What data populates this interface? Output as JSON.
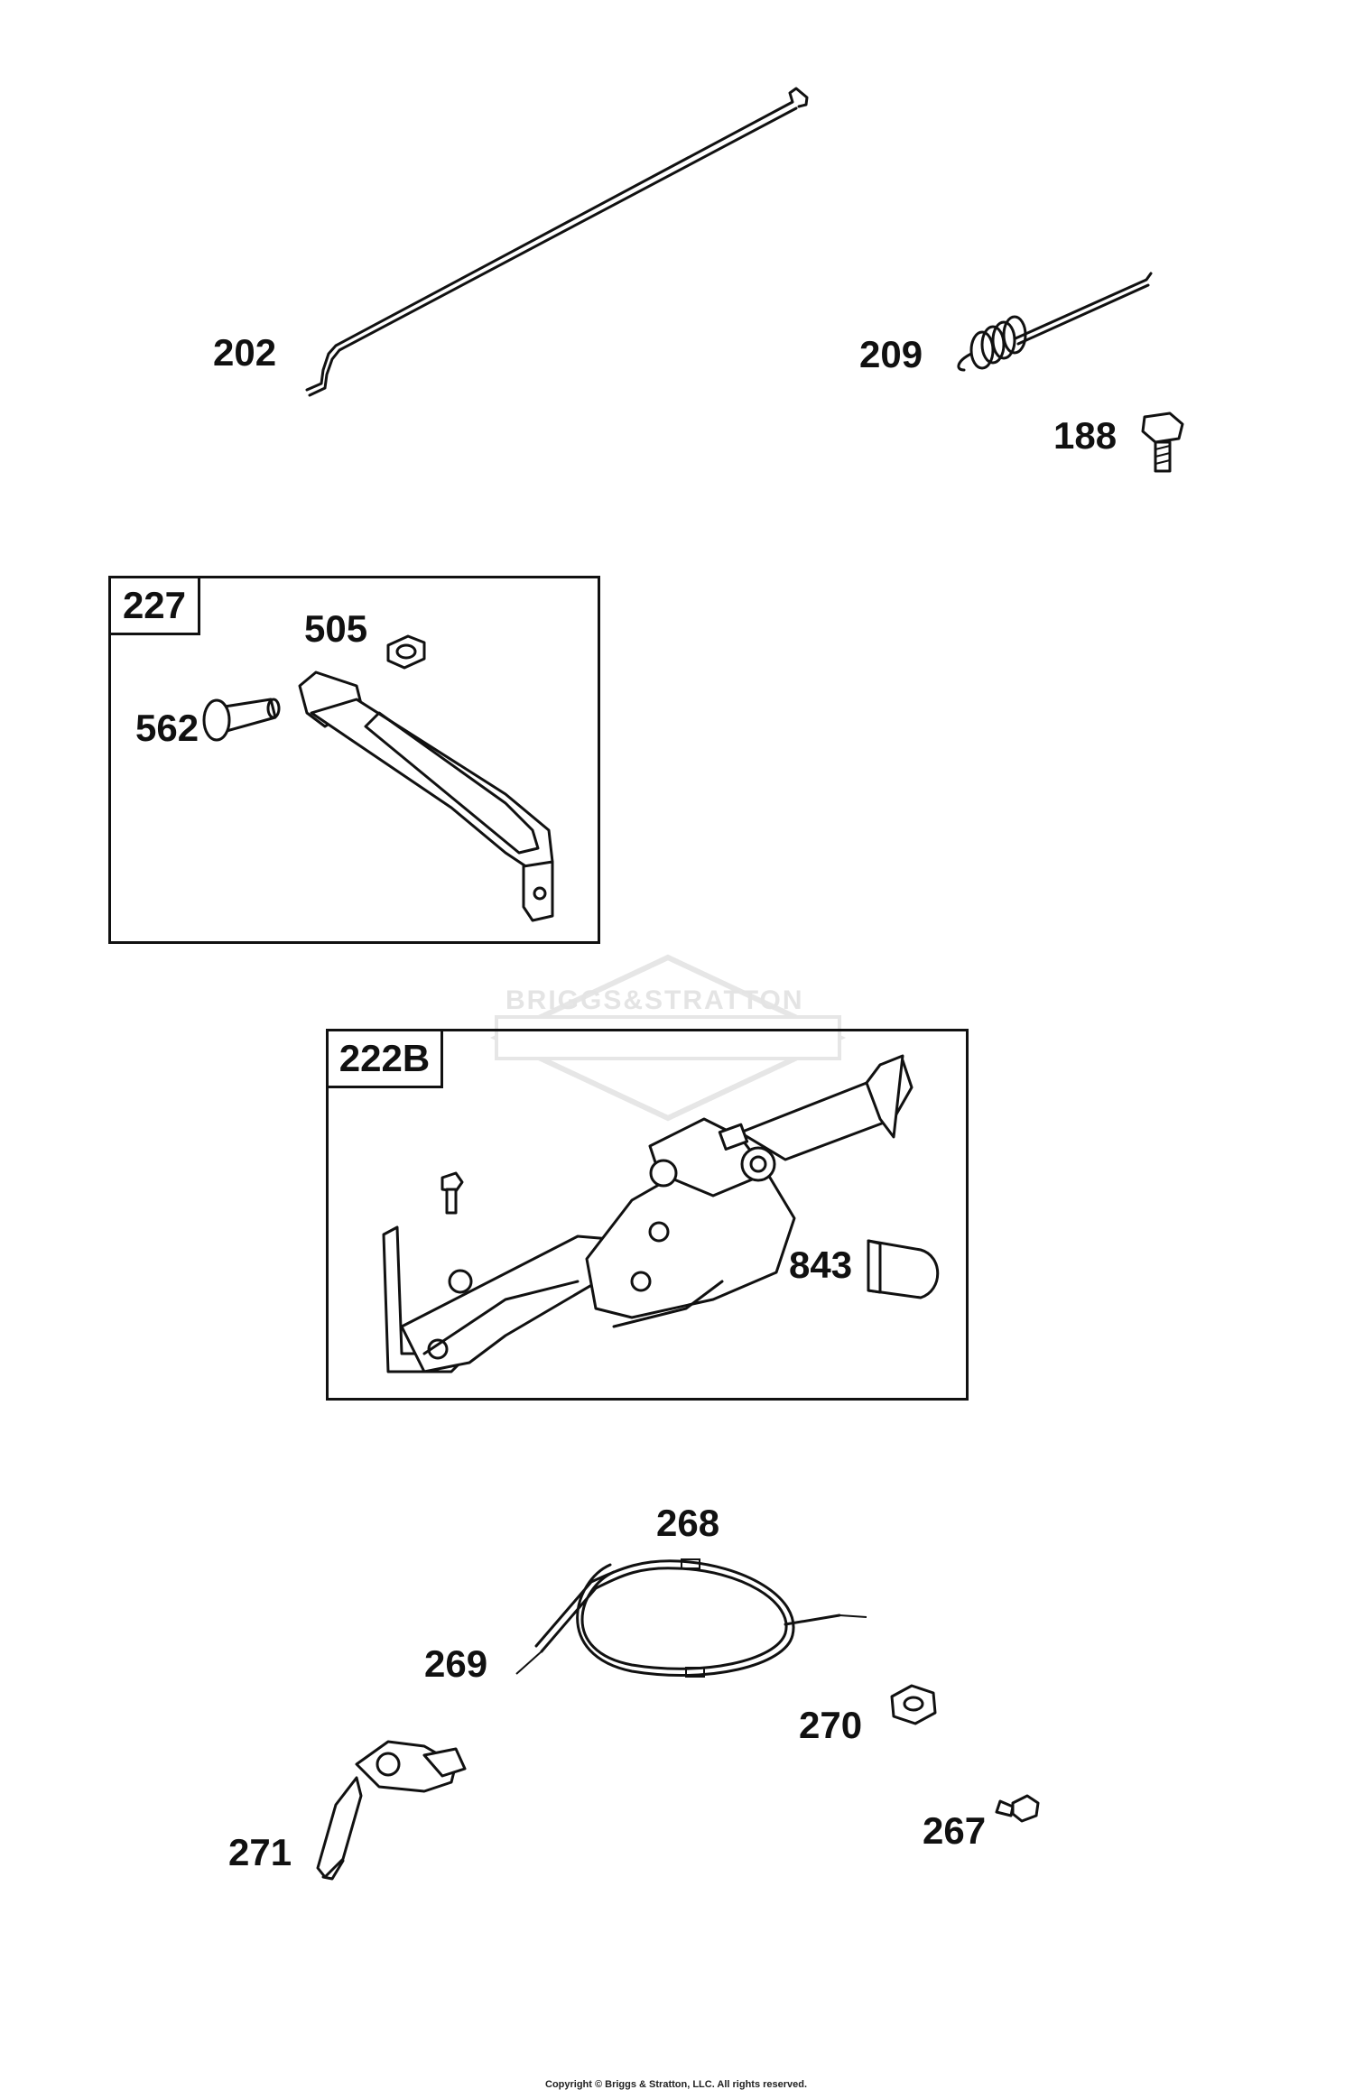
{
  "diagram": {
    "callouts": {
      "p202": "202",
      "p209": "209",
      "p188": "188",
      "p505": "505",
      "p562": "562",
      "p843": "843",
      "p268": "268",
      "p269": "269",
      "p270": "270",
      "p267": "267",
      "p271": "271"
    },
    "boxes": {
      "kit227": "227",
      "kit222b": "222B"
    },
    "watermark": "BRIGGS&STRATTON",
    "copyright": "Copyright © Briggs & Stratton, LLC. All rights reserved."
  },
  "colors": {
    "line": "#111111",
    "watermark": "#e4e4e4"
  }
}
